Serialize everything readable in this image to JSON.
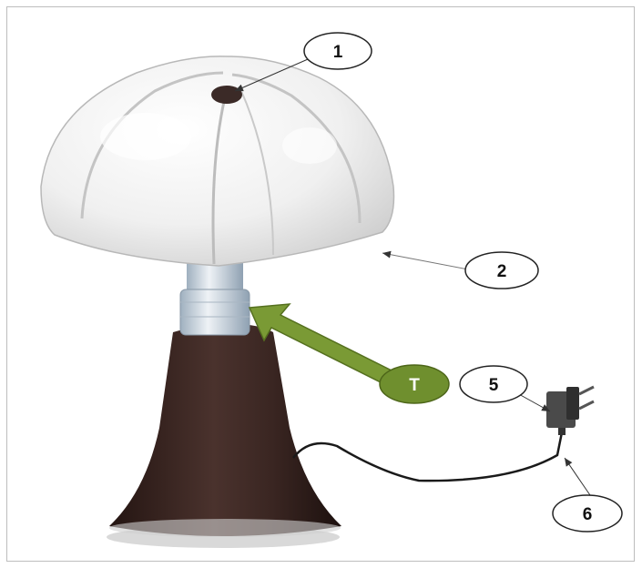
{
  "callouts": {
    "c1": "1",
    "c2": "2",
    "c5": "5",
    "c6": "6",
    "t": "T"
  },
  "colors": {
    "frame": "#bdbdbd",
    "shade": "#f2f2f2",
    "base": "#3a2622",
    "neck": "#c9d3dc",
    "arrow_green": "#7a9a35",
    "badge_green": "#6f8f2e",
    "cable": "#1a1a1a",
    "plug": "#4a4a4a"
  }
}
